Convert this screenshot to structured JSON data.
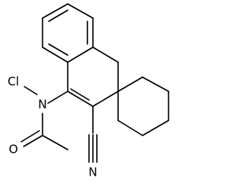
{
  "molecule": {
    "atoms": {
      "chlorine": "Cl",
      "amide_nitrogen": "N",
      "carbonyl_oxygen": "O",
      "nitrile_nitrogen": "N"
    }
  }
}
